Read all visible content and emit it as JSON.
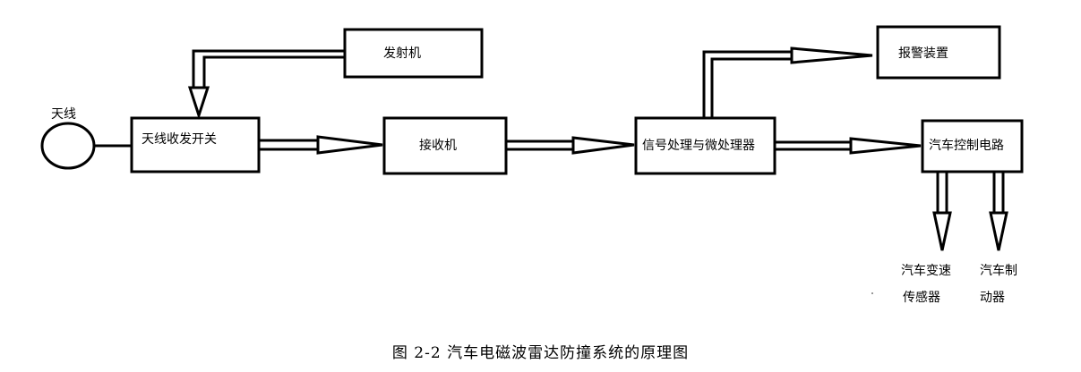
{
  "diagram": {
    "antenna_label": "天线",
    "blocks": {
      "transmitter": "发射机",
      "tr_switch": "天线收发开关",
      "receiver": "接收机",
      "processor": "信号处理与微处理器",
      "alarm": "报警装置",
      "control": "汽车控制电路"
    },
    "outputs": {
      "sensor_line1": "汽车变速",
      "sensor_line2": "传感器",
      "brake_line1": "汽车制",
      "brake_line2": "动器"
    }
  },
  "caption": "图 2-2  汽车电磁波雷达防撞系统的原理图"
}
